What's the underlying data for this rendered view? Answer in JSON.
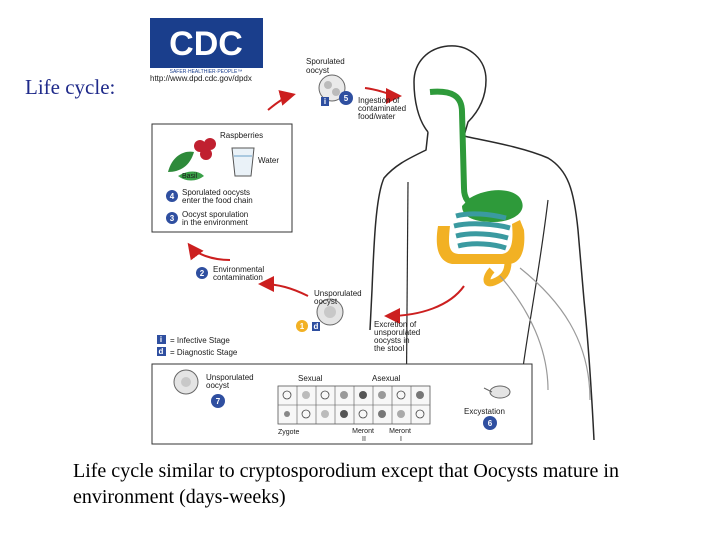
{
  "slide": {
    "title": "Life cycle:",
    "caption": "Life cycle similar to cryptosporodium except that Oocysts mature in environment (days-weeks)"
  },
  "logo": {
    "text": "CDC",
    "tagline": "SAFER·HEALTHIER·PEOPLE™",
    "url": "http://www.dpd.cdc.gov/dpdx"
  },
  "diagram": {
    "labels": {
      "sporulated_oocyst": [
        "Sporulated",
        "oocyst"
      ],
      "ingestion": [
        "Ingestion of",
        "contaminated",
        "food/water"
      ],
      "raspberries": "Raspberries",
      "water": "Water",
      "basil": "Basil",
      "enter_food_chain": [
        "Sporulated oocysts",
        "enter the food chain"
      ],
      "sporulation": [
        "Oocyst sporulation",
        "in the environment"
      ],
      "env_contamination": [
        "Environmental",
        "contamination"
      ],
      "unsporulated_oocyst": [
        "Unsporulated",
        "oocyst"
      ],
      "excretion": [
        "Excretion of",
        "unsporulated",
        "oocysts in",
        "the stool"
      ],
      "infective_stage": "= Infective Stage",
      "diagnostic_stage": "= Diagnostic Stage",
      "unsporulated_oocyst_7": [
        "Unsporulated",
        "oocyst"
      ],
      "sexual": "Sexual",
      "asexual": "Asexual",
      "excystation": "Excystation",
      "zygote": "Zygote",
      "meront2": [
        "Meront",
        "II"
      ],
      "meront1": [
        "Meront",
        "I"
      ]
    },
    "steps": [
      "1",
      "2",
      "3",
      "4",
      "5",
      "6",
      "7"
    ],
    "stage_letters": {
      "infective": "i",
      "diagnostic": "d"
    },
    "colors": {
      "step_badge": "#2f4fa0",
      "arrow": "#cc1f1f",
      "stomach": "#2e9a3a",
      "small_intestine": "#3a9aa0",
      "colon": "#f2b124",
      "logo_blue": "#1a3e8c"
    }
  }
}
